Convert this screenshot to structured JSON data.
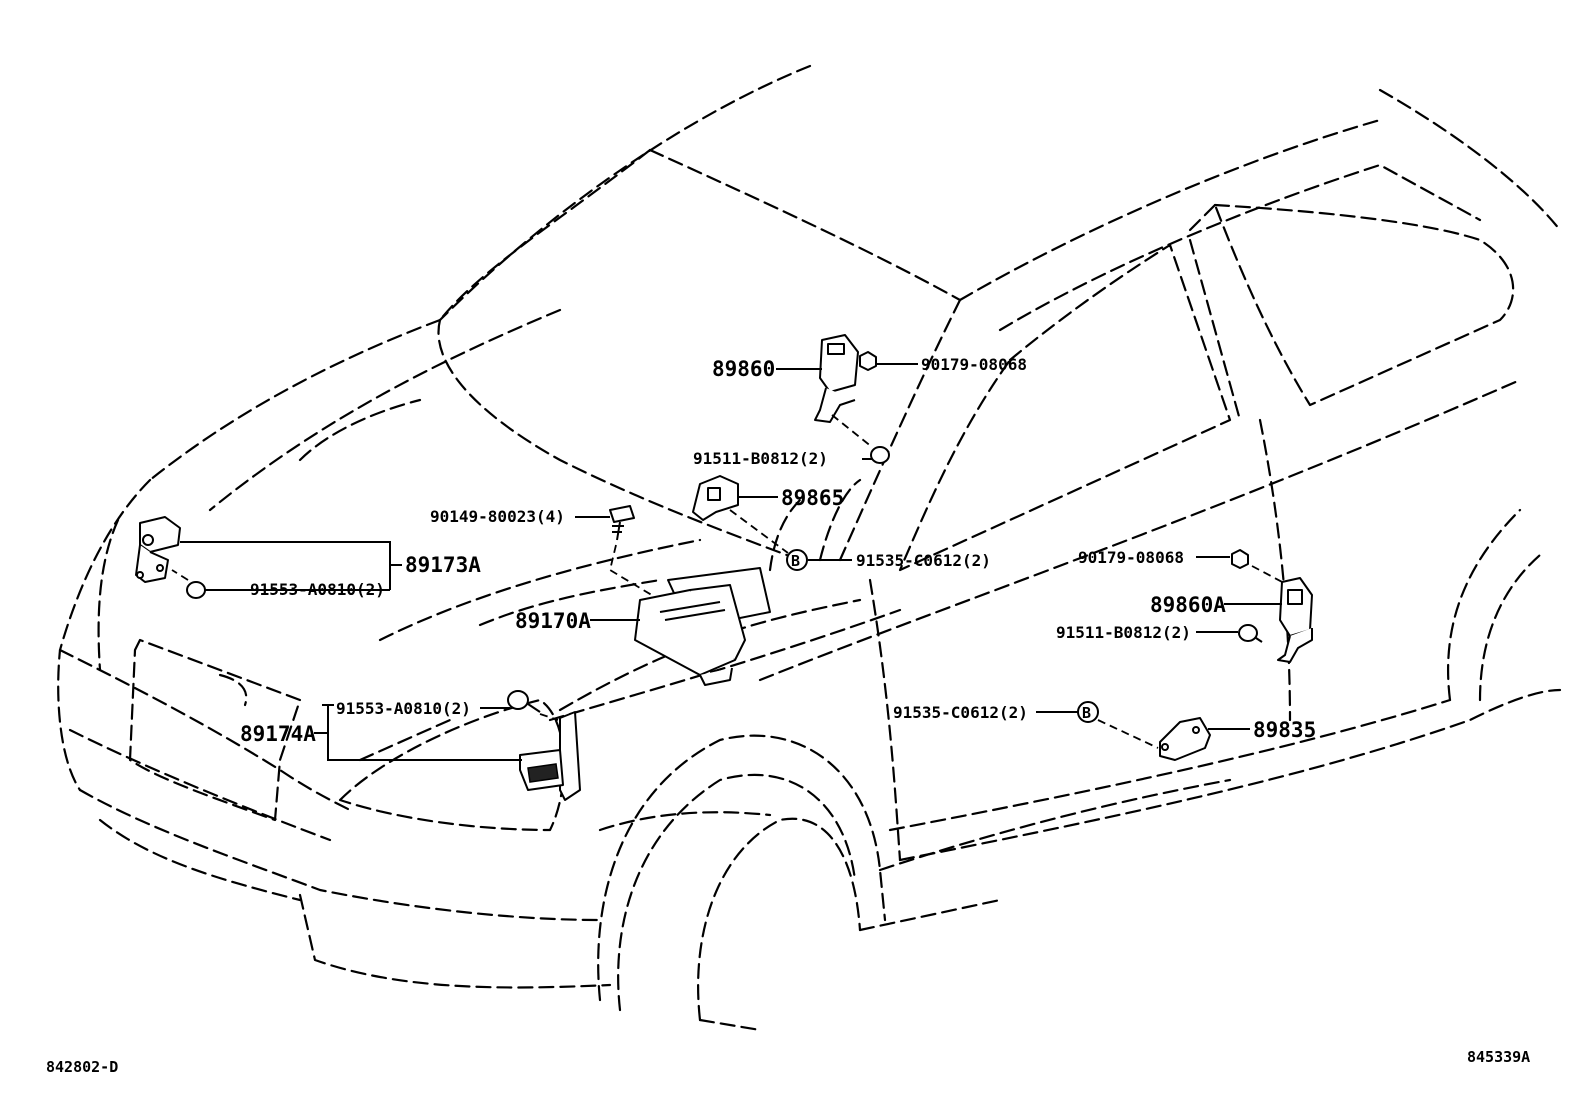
{
  "labels": {
    "p89860": "89860",
    "p90179_a": "90179-08068",
    "p91511_a": "91511-B0812(2)",
    "p89865": "89865",
    "p90149": "90149-80023(4)",
    "p89173A": "89173A",
    "p91553_a": "91553-A0810(2)",
    "p91535_a": "91535-C0612(2)",
    "p89170A": "89170A",
    "p91553_b": "91553-A0810(2)",
    "p89174A": "89174A",
    "p90179_b": "90179-08068",
    "p89860A": "89860A",
    "p91511_b": "91511-B0812(2)",
    "p91535_b": "91535-C0612(2)",
    "p89835": "89835",
    "ref_left": "842802-D",
    "ref_right": "845339A",
    "clip_letter": "B"
  }
}
